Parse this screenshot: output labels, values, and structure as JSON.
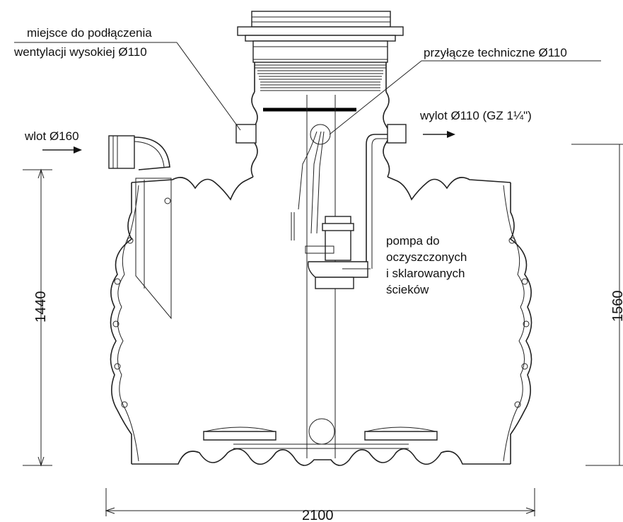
{
  "labels": {
    "vent_line1": "miejsce do podłączenia",
    "vent_line2": "wentylacji wysokiej Ø110",
    "tech": "przyłącze techniczne Ø110",
    "inlet": "wlot Ø160",
    "outlet": "wylot Ø110 (GZ 1¼\")",
    "pump_l1": "pompa do",
    "pump_l2": "oczyszczonych",
    "pump_l3": "i sklarowanych",
    "pump_l4": "ścieków"
  },
  "dimensions": {
    "height_left": "1440",
    "height_right": "1560",
    "width": "2100"
  }
}
